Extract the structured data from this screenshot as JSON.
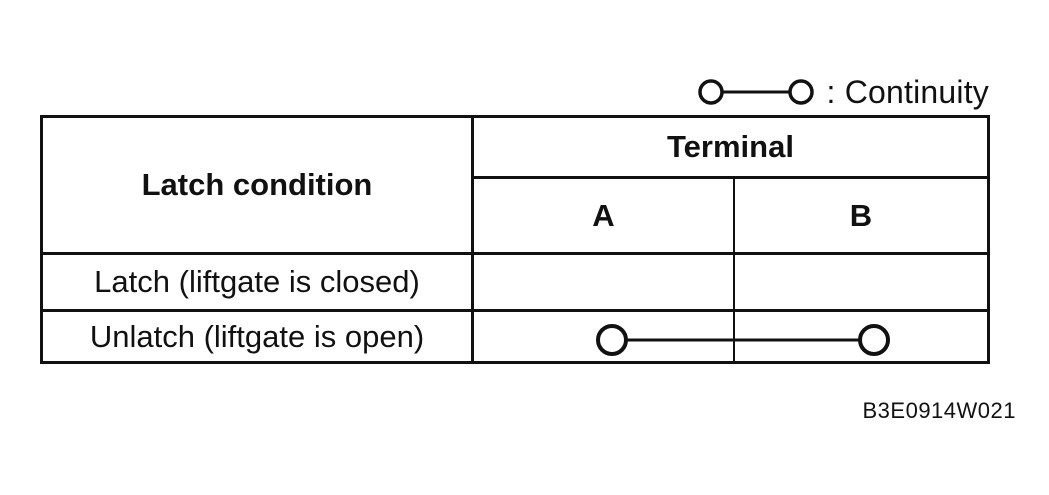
{
  "legend": {
    "symbol": "continuity-symbol-icon",
    "label": ": Continuity"
  },
  "table": {
    "header": {
      "latch_condition": "Latch condition",
      "terminal": "Terminal",
      "terminal_a": "A",
      "terminal_b": "B"
    },
    "rows": [
      {
        "condition": "Latch (liftgate is closed)",
        "continuity_a_b": false
      },
      {
        "condition": "Unlatch (liftgate is open)",
        "continuity_a_b": true
      }
    ]
  },
  "caption": "B3E0914W021"
}
